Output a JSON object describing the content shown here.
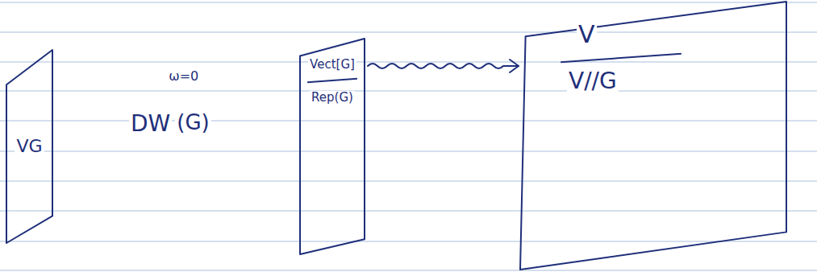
{
  "diagram": {
    "nodes": [
      {
        "text": [
          "VG"
        ]
      },
      {
        "text": [
          "Vect[G]",
          "Rep(G)"
        ]
      },
      {
        "text": [
          "V",
          "V//G"
        ]
      }
    ],
    "edges": [
      {
        "from": 1,
        "to": 2,
        "arrow": "to"
      }
    ],
    "labels": [
      "DW",
      "ω=0",
      "(G)"
    ]
  }
}
